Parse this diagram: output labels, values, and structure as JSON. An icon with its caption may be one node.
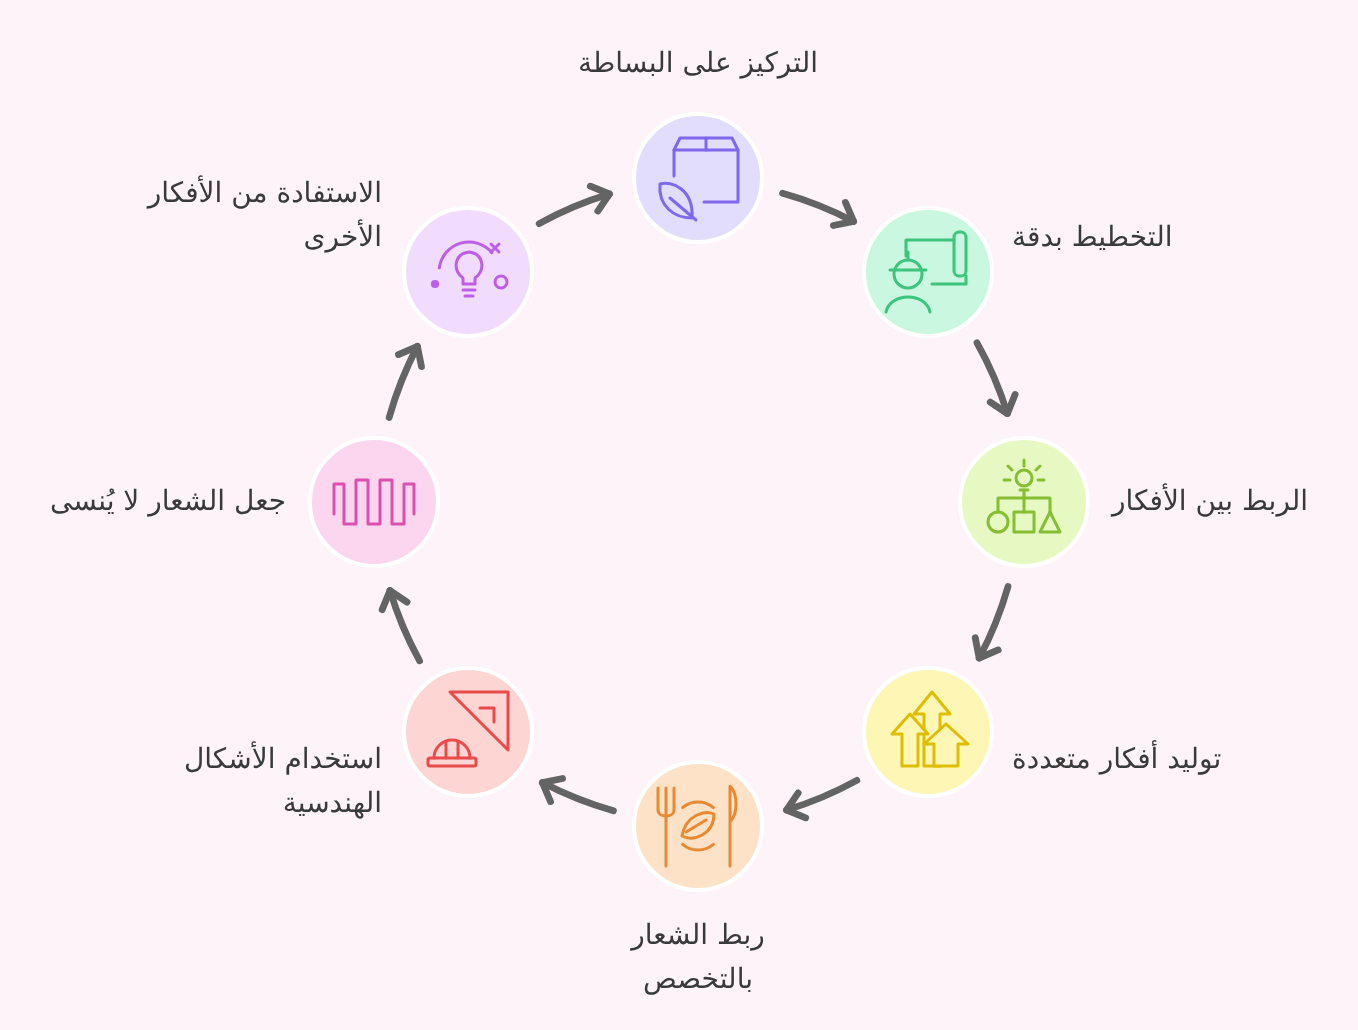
{
  "diagram": {
    "nodes": [
      {
        "text": [
          "التركيز على البساطة"
        ]
      },
      {
        "text": [
          "التخطيط بدقة"
        ]
      },
      {
        "text": [
          "الربط بين الأفكار"
        ]
      },
      {
        "text": [
          "توليد أفكار متعددة"
        ]
      },
      {
        "text": [
          "ربط الشعار بالتخصص"
        ]
      },
      {
        "text": [
          "استخدام الأشكال الهندسية"
        ]
      },
      {
        "text": [
          "جعل الشعار لا يُنسى"
        ]
      },
      {
        "text": [
          "الاستفادة من الأفكار الأخرى"
        ]
      }
    ],
    "edges": [
      {
        "from": 0,
        "to": 1,
        "arrow": "to"
      },
      {
        "from": 1,
        "to": 2,
        "arrow": "to"
      },
      {
        "from": 2,
        "to": 3,
        "arrow": "to"
      },
      {
        "from": 3,
        "to": 4,
        "arrow": "to"
      },
      {
        "from": 4,
        "to": 5,
        "arrow": "to"
      },
      {
        "from": 5,
        "to": 6,
        "arrow": "to"
      },
      {
        "from": 6,
        "to": 7,
        "arrow": "to"
      },
      {
        "from": 7,
        "to": 0,
        "arrow": "to"
      }
    ]
  }
}
